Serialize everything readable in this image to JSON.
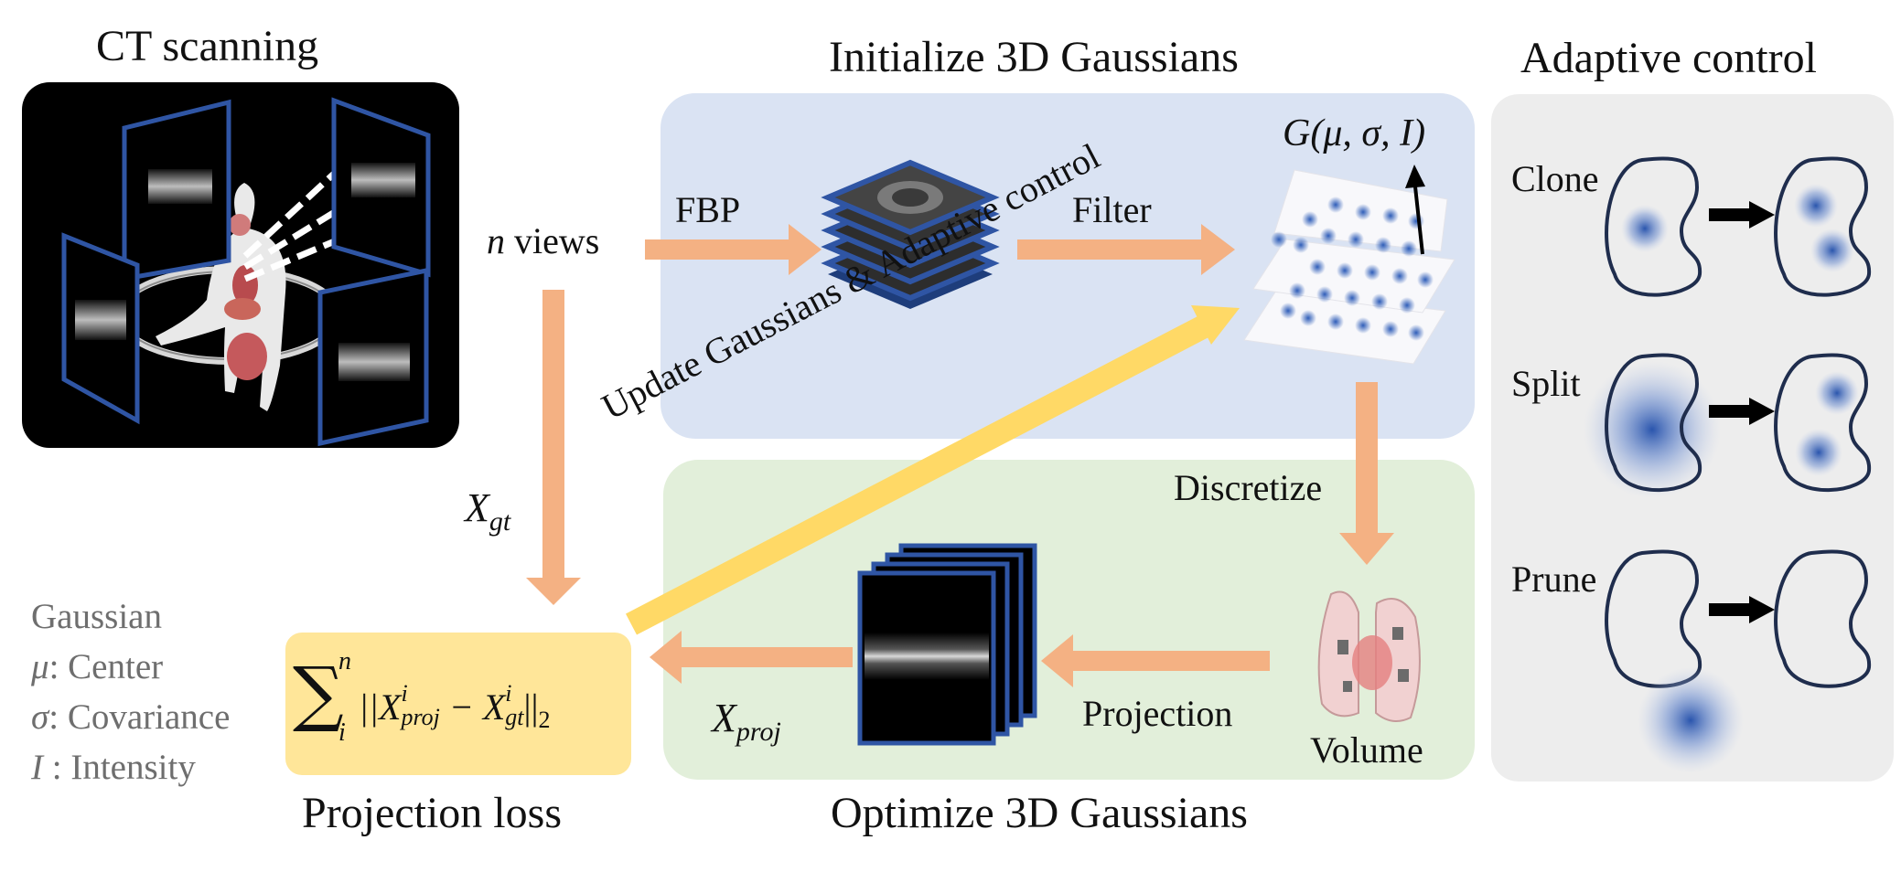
{
  "titles": {
    "ct_scanning": "CT scanning",
    "initialize": "Initialize 3D Gaussians",
    "adaptive_control": "Adaptive control",
    "optimize": "Optimize 3D Gaussians",
    "projection_loss": "Projection loss"
  },
  "labels": {
    "n_views_var": "n",
    "n_views_text": "views",
    "fbp": "FBP",
    "filter": "Filter",
    "discretize": "Discretize",
    "volume": "Volume",
    "projection": "Projection",
    "update": "Update Gaussians & Adaptive control",
    "x_gt_main": "X",
    "x_gt_sub": "gt",
    "x_proj_main": "X",
    "x_proj_sub": "proj",
    "gaussian_func": "G(μ, σ, I)"
  },
  "loss": {
    "sum_top": "n",
    "sum_bottom": "i",
    "text_open": "||X",
    "proj_sup": "i",
    "proj_sub": "proj",
    "minus": " − X",
    "gt_sup": "i",
    "gt_sub": "gt",
    "text_close": "||",
    "norm_sub": "2"
  },
  "adaptive": {
    "clone": "Clone",
    "split": "Split",
    "prune": "Prune"
  },
  "legend": {
    "title": "Gaussian",
    "mu_sym": "μ",
    "mu_text": ": Center",
    "sigma_sym": "σ",
    "sigma_text": ": Covariance",
    "i_sym": "I",
    "i_text": " : Intensity"
  },
  "colors": {
    "init_panel": "#dae3f3",
    "optimize_panel": "#e2efda",
    "adaptive_panel": "#ededed",
    "loss_box": "#ffe699",
    "arrow_orange": "#f4b183",
    "arrow_yellow": "#ffd966",
    "lung_outline": "#1f2d4d",
    "frame_blue": "#2f55a4",
    "gaussian_blue": "#2e5db8"
  }
}
